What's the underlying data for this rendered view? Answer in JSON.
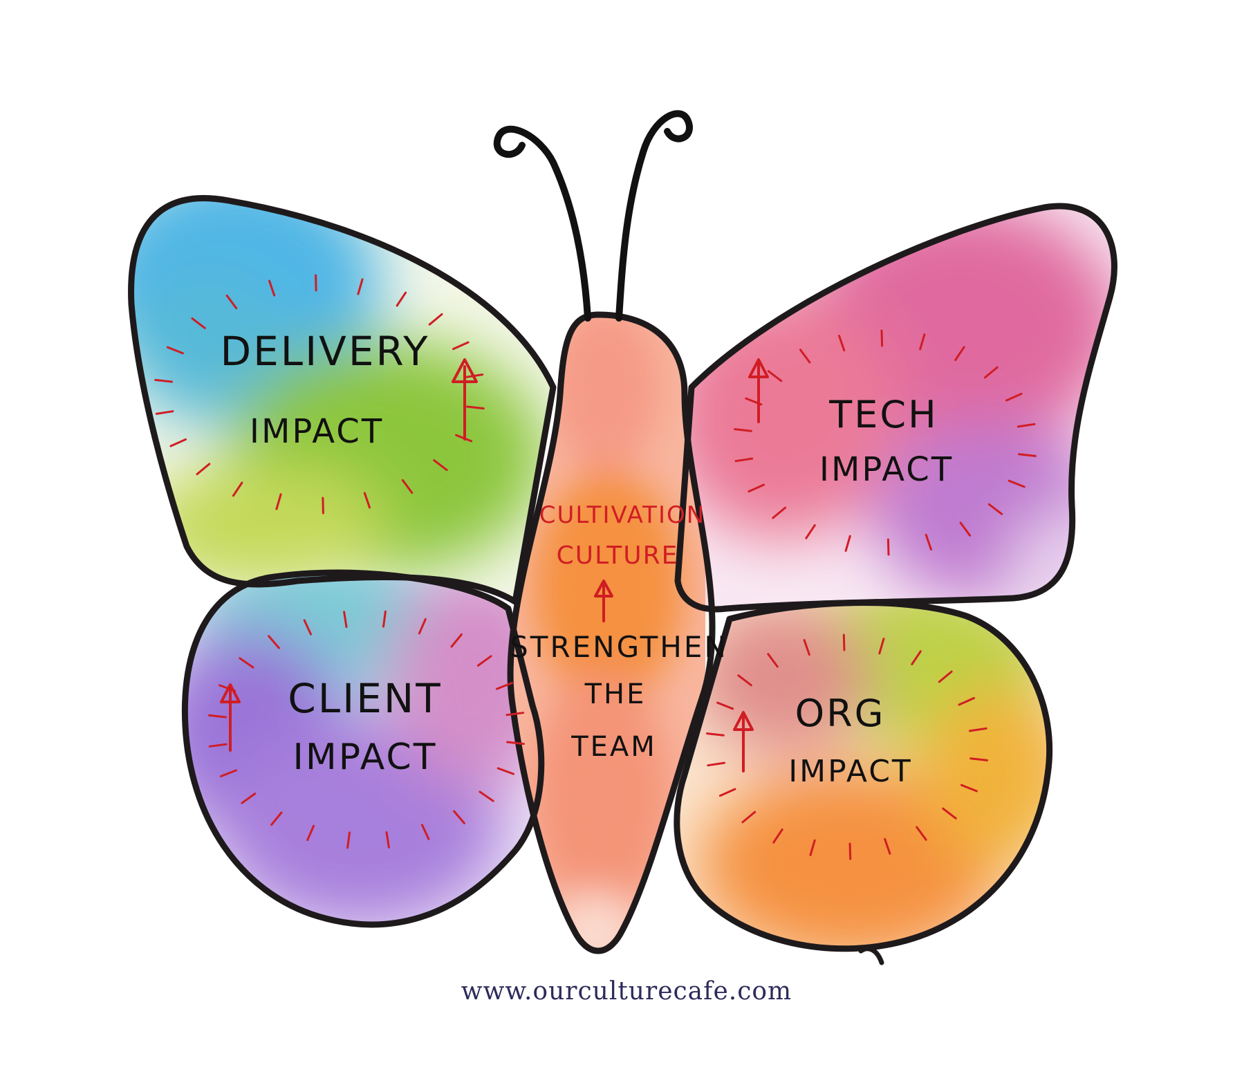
{
  "colors": {
    "outline": "#1e1a1c",
    "accent_red": "#d01d24",
    "site_text": "#2c2b5a",
    "blue": "#4fb6e6",
    "green": "#8cc63e",
    "purple": "#a77fdc",
    "pink": "#e06b9f",
    "orange": "#f5913f",
    "body": "#f59a78"
  },
  "wings": {
    "delivery": {
      "line1": "DELIVERY",
      "line2": "IMPACT"
    },
    "tech": {
      "line1": "TECH",
      "line2": "IMPACT"
    },
    "client": {
      "line1": "CLIENT",
      "line2": "IMPACT"
    },
    "org": {
      "line1": "ORG",
      "line2": "IMPACT"
    }
  },
  "body": {
    "top_line1": "CULTIVATION",
    "top_line2": "CULTURE",
    "bottom_line1": "STRENGTHEN",
    "bottom_line2": "THE",
    "bottom_line3": "TEAM"
  },
  "footer": {
    "url": "www.ourculturecafe.com"
  }
}
